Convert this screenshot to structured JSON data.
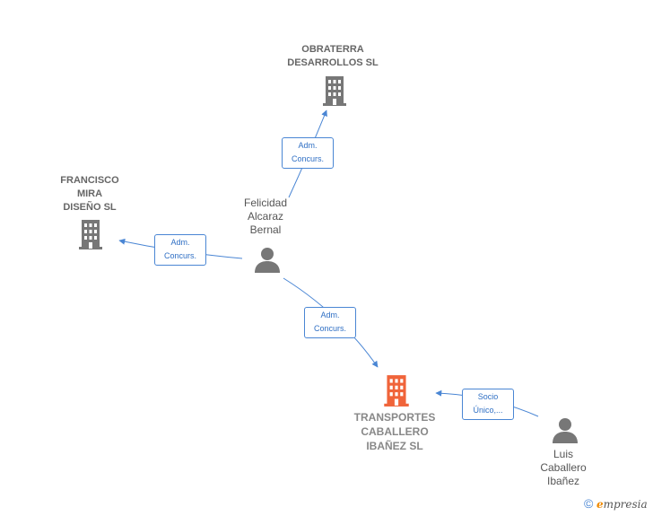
{
  "colors": {
    "edge": "#4a86d4",
    "company_icon": "#777777",
    "main_company_icon": "#f0643a",
    "person_icon": "#777777"
  },
  "nodes": {
    "obraterra": {
      "label": "OBRATERRA\nDESARROLLOS SL",
      "icon": "building-icon"
    },
    "francisco": {
      "label": "FRANCISCO\nMIRA\nDISEÑO SL",
      "icon": "building-icon"
    },
    "felicidad": {
      "label": "Felicidad\nAlcaraz\nBernal",
      "icon": "person-icon"
    },
    "transportes": {
      "label": "TRANSPORTES\nCABALLERO\nIBAÑEZ SL",
      "icon": "building-icon"
    },
    "luis": {
      "label": "Luis\nCaballero\nIbañez",
      "icon": "person-icon"
    }
  },
  "edges": [
    {
      "from": "felicidad",
      "to": "obraterra",
      "label": "Adm.\nConcurs."
    },
    {
      "from": "felicidad",
      "to": "francisco",
      "label": "Adm.\nConcurs."
    },
    {
      "from": "felicidad",
      "to": "transportes",
      "label": "Adm.\nConcurs."
    },
    {
      "from": "luis",
      "to": "transportes",
      "label": "Socio\nÚnico,..."
    }
  ],
  "brand": {
    "copyright": "©",
    "name_first": "e",
    "name_rest": "mpresia"
  }
}
